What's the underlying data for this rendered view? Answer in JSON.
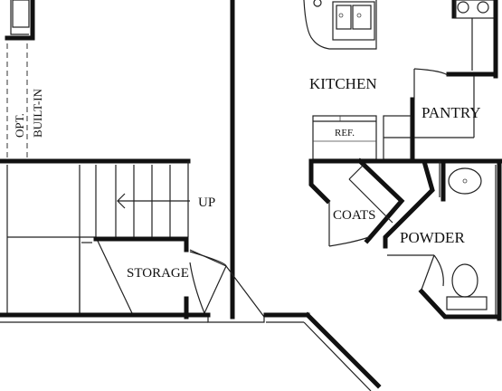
{
  "rooms": {
    "kitchen": "KITCHEN",
    "pantry": "PANTRY",
    "coats": "COATS",
    "powder": "POWDER",
    "storage": "STORAGE"
  },
  "fixtures": {
    "refrigerator": "REF.",
    "stair_direction": "UP",
    "built_in_line1": "OPT.",
    "built_in_line2": "BUILT-IN"
  }
}
